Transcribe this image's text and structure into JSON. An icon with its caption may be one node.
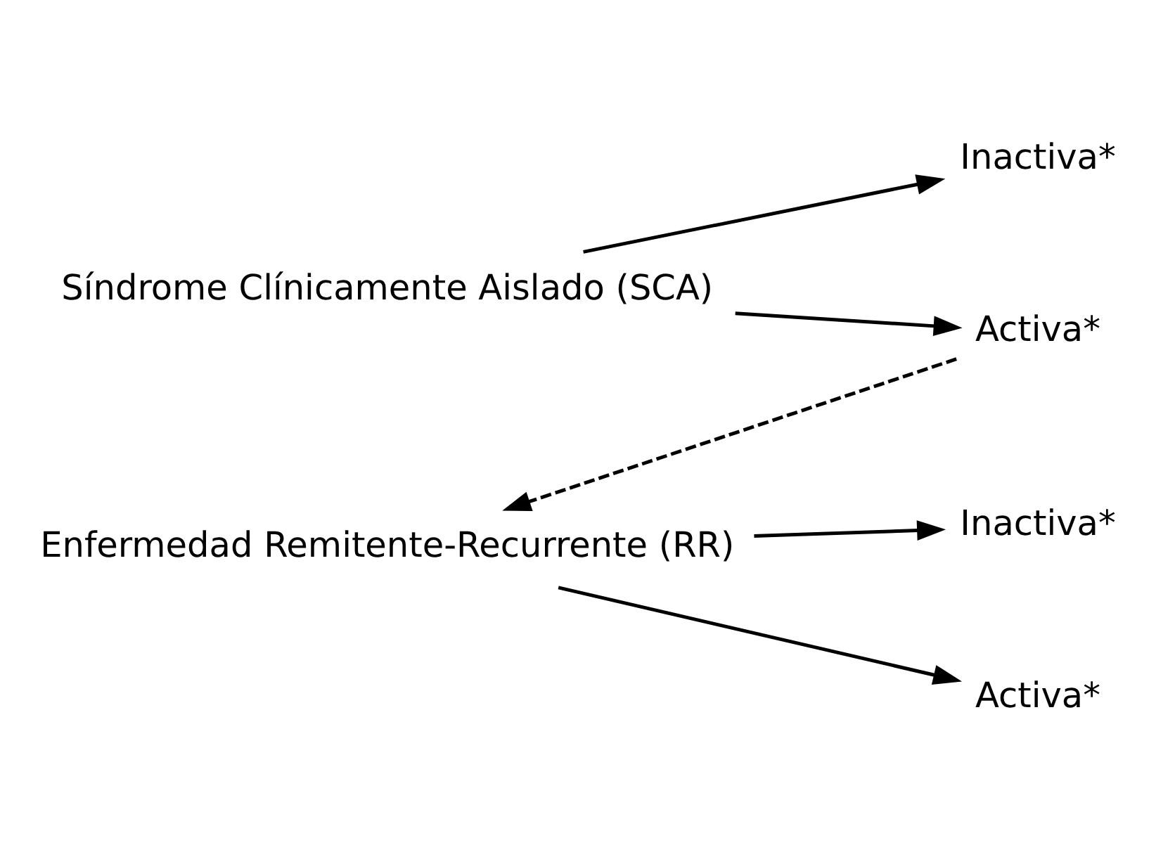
{
  "diagram": {
    "nodes": [
      {
        "text": [
          "Síndrome Clínicamente Aislado (SCA)"
        ]
      },
      {
        "text": [
          "Inactiva*"
        ]
      },
      {
        "text": [
          "Activa*"
        ]
      },
      {
        "text": [
          "Enfermedad Remitente-Recurrente (RR)"
        ]
      },
      {
        "text": [
          "Inactiva*"
        ]
      },
      {
        "text": [
          "Activa*"
        ]
      }
    ],
    "edges": [
      {
        "from": 0,
        "to": 1,
        "arrow": "to"
      },
      {
        "from": 0,
        "to": 2,
        "arrow": "to"
      },
      {
        "from": 2,
        "to": 3,
        "arrow": "to",
        "style": "dashed"
      },
      {
        "from": 3,
        "to": 4,
        "arrow": "to"
      },
      {
        "from": 3,
        "to": 5,
        "arrow": "to"
      }
    ]
  }
}
